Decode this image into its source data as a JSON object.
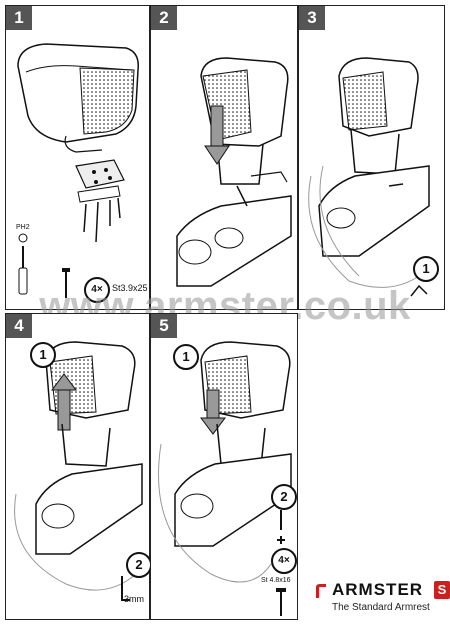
{
  "panels": [
    {
      "number": "1"
    },
    {
      "number": "2"
    },
    {
      "number": "3"
    },
    {
      "number": "4"
    },
    {
      "number": "5"
    }
  ],
  "step1": {
    "screw_count": "4×",
    "screw_spec": "St3.9x25",
    "tool_label": "PH2"
  },
  "step3": {
    "callout": "1"
  },
  "step4": {
    "callout_top": "1",
    "callout_bottom": "2",
    "wrench_size": "3mm"
  },
  "step5": {
    "callout_top": "1",
    "callout_bottom": "2",
    "screw_count": "4×",
    "screw_spec": "St 4.8x16"
  },
  "watermark": "www.armster.co.uk",
  "brand": {
    "name": "ARMSTER",
    "badge": "S",
    "tagline": "The Standard Armrest",
    "accent": "#c8211e"
  }
}
